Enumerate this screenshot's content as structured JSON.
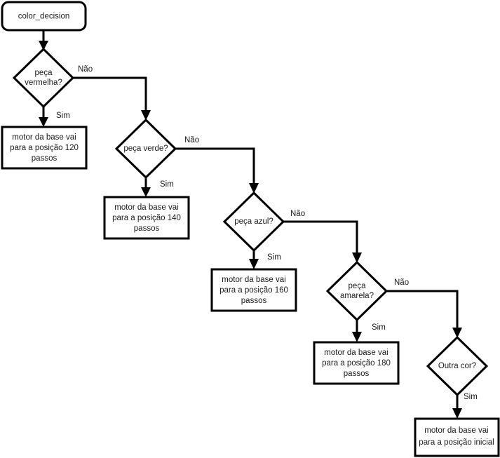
{
  "diagram": {
    "title": "color_decision",
    "type": "flowchart",
    "orientation": "top-left-to-bottom-right",
    "colors": {
      "stroke": "#000000",
      "fill": "#ffffff",
      "text": "#1a1a1a",
      "background": "#ffffff"
    },
    "nodes": [
      {
        "id": "start",
        "shape": "rounded-rectangle",
        "label": "color_decision",
        "lines": [
          "color_decision"
        ]
      },
      {
        "id": "d1",
        "shape": "diamond",
        "label": "peça vermelha?",
        "lines": [
          "peça",
          "vermelha?"
        ]
      },
      {
        "id": "p1",
        "shape": "rectangle",
        "label": "motor da base vai para a posição 120 passos",
        "lines": [
          "motor da base vai",
          "para a posição 120",
          "passos"
        ]
      },
      {
        "id": "d2",
        "shape": "diamond",
        "label": "peça verde?",
        "lines": [
          "peça verde?"
        ]
      },
      {
        "id": "p2",
        "shape": "rectangle",
        "label": "motor da base vai para a posição 140 passos",
        "lines": [
          "motor da base vai",
          "para a posição 140",
          "passos"
        ]
      },
      {
        "id": "d3",
        "shape": "diamond",
        "label": "peça azul?",
        "lines": [
          "peça azul?"
        ]
      },
      {
        "id": "p3",
        "shape": "rectangle",
        "label": "motor da base vai para a posição 160 passos",
        "lines": [
          "motor da base vai",
          "para a posição 160",
          "passos"
        ]
      },
      {
        "id": "d4",
        "shape": "diamond",
        "label": "peça amarela?",
        "lines": [
          "peça",
          "amarela?"
        ]
      },
      {
        "id": "p4",
        "shape": "rectangle",
        "label": "motor da base vai para a posição 180 passos",
        "lines": [
          "motor da base vai",
          "para a posição 180",
          "passos"
        ]
      },
      {
        "id": "d5",
        "shape": "diamond",
        "label": "Outra cor?",
        "lines": [
          "Outra cor?"
        ]
      },
      {
        "id": "p5",
        "shape": "rectangle",
        "label": "motor da base vai para a posição inicial",
        "lines": [
          "motor da base vai",
          "para a posição inicial"
        ]
      }
    ],
    "edges": [
      {
        "id": "e-start-d1",
        "from": "start",
        "to": "d1",
        "label": ""
      },
      {
        "id": "e-d1-p1",
        "from": "d1",
        "to": "p1",
        "label": "Sim"
      },
      {
        "id": "e-d1-d2",
        "from": "d1",
        "to": "d2",
        "label": "Não"
      },
      {
        "id": "e-d2-p2",
        "from": "d2",
        "to": "p2",
        "label": "Sim"
      },
      {
        "id": "e-d2-d3",
        "from": "d2",
        "to": "d3",
        "label": "Não"
      },
      {
        "id": "e-d3-p3",
        "from": "d3",
        "to": "p3",
        "label": "Sim"
      },
      {
        "id": "e-d3-d4",
        "from": "d3",
        "to": "d4",
        "label": "Não"
      },
      {
        "id": "e-d4-p4",
        "from": "d4",
        "to": "p4",
        "label": "Sim"
      },
      {
        "id": "e-d4-d5",
        "from": "d4",
        "to": "d5",
        "label": "Não"
      },
      {
        "id": "e-d5-p5",
        "from": "d5",
        "to": "p5",
        "label": "Sim"
      }
    ],
    "node_text": {
      "start_l1": "color_decision",
      "d1_l1": "peça",
      "d1_l2": "vermelha?",
      "p1_l1": "motor da base vai",
      "p1_l2": "para a posição 120",
      "p1_l3": "passos",
      "d2_l1": "peça verde?",
      "p2_l1": "motor da base vai",
      "p2_l2": "para a posição 140",
      "p2_l3": "passos",
      "d3_l1": "peça azul?",
      "p3_l1": "motor da base vai",
      "p3_l2": "para a posição 160",
      "p3_l3": "passos",
      "d4_l1": "peça",
      "d4_l2": "amarela?",
      "p4_l1": "motor da base vai",
      "p4_l2": "para a posição 180",
      "p4_l3": "passos",
      "d5_l1": "Outra cor?",
      "p5_l1": "motor da base vai",
      "p5_l2": "para a posição inicial"
    },
    "edge_text": {
      "d1_nao": "Não",
      "d1_sim": "Sim",
      "d2_nao": "Não",
      "d2_sim": "Sim",
      "d3_nao": "Não",
      "d3_sim": "Sim",
      "d4_nao": "Não",
      "d4_sim": "Sim",
      "d5_sim": "Sim"
    }
  }
}
